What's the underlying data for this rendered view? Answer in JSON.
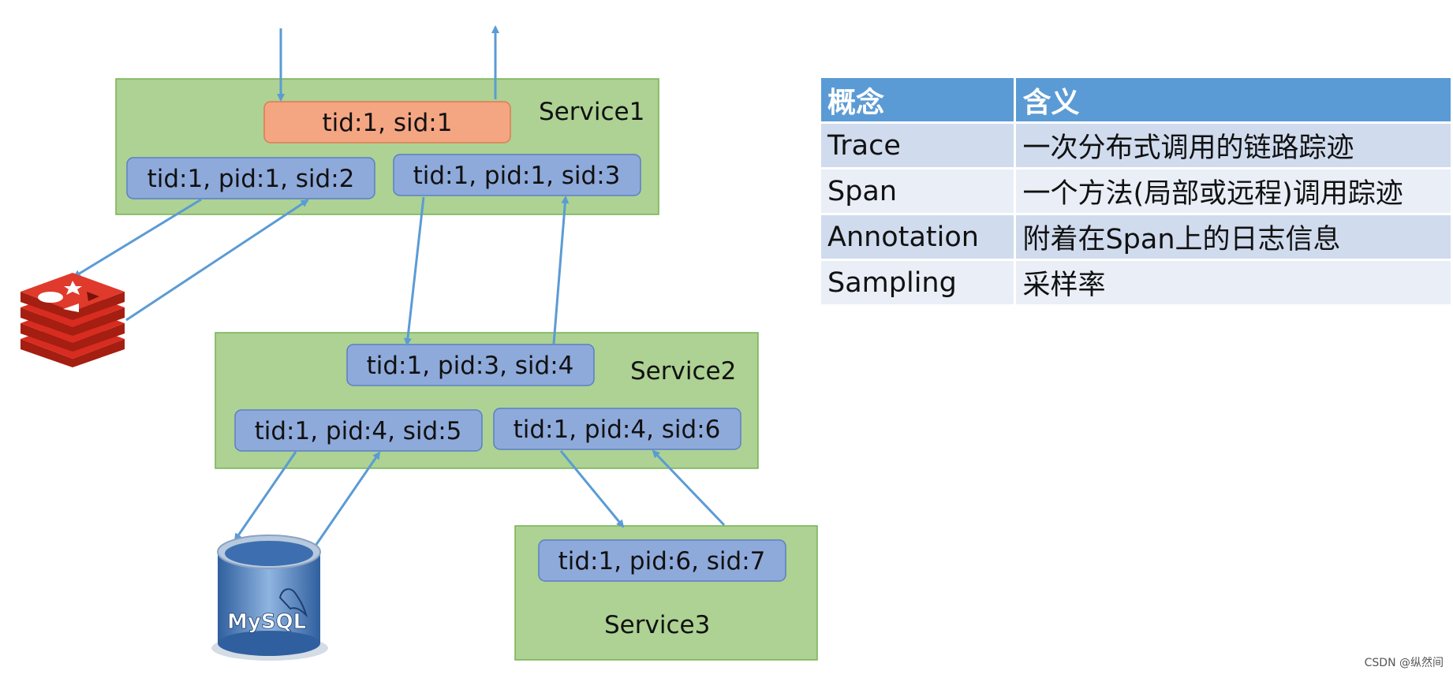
{
  "services": [
    {
      "id": "service1",
      "label": "Service1"
    },
    {
      "id": "service2",
      "label": "Service2"
    },
    {
      "id": "service3",
      "label": "Service3"
    }
  ],
  "spans": {
    "s1": "tid:1, sid:1",
    "s2": "tid:1, pid:1, sid:2",
    "s3": "tid:1, pid:1, sid:3",
    "s4": "tid:1, pid:3, sid:4",
    "s5": "tid:1, pid:4, sid:5",
    "s6": "tid:1, pid:4, sid:6",
    "s7": "tid:1, pid:6, sid:7"
  },
  "databases": {
    "redis": {
      "icon": "redis-icon"
    },
    "mysql": {
      "icon": "mysql-icon",
      "logo_text": "MySQL"
    }
  },
  "table": {
    "headers": [
      "概念",
      "含义"
    ],
    "rows": [
      [
        "Trace",
        "一次分布式调用的链路踪迹"
      ],
      [
        "Span",
        "一个方法(局部或远程)调用踪迹"
      ],
      [
        "Annotation",
        "附着在Span上的日志信息"
      ],
      [
        "Sampling",
        "采样率"
      ]
    ]
  },
  "watermark": "CSDN @纵然间",
  "colors": {
    "service_fill": "#a9d08e",
    "span_fill": "#8eaadb",
    "root_span_fill": "#f4a582",
    "arrow": "#5b9bd5",
    "table_header": "#5b9bd5",
    "redis": "#d82c20",
    "mysql_cylinder": "#4a7ebb"
  }
}
